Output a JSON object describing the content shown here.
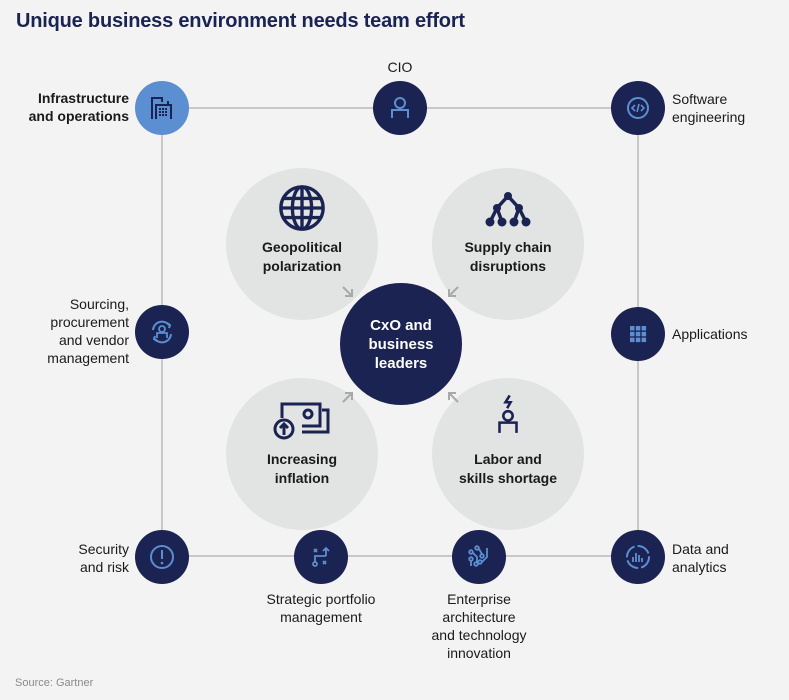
{
  "title": "Unique business environment needs team effort",
  "source": "Source: Gartner",
  "colors": {
    "navy": "#1a2352",
    "accent_blue": "#5b8fd1",
    "light_gray": "#e2e3e3",
    "background": "#f3f3f3"
  },
  "center": {
    "label": "CxO and business leaders",
    "lines": [
      "CxO and",
      "business",
      "leaders"
    ]
  },
  "challenges": [
    {
      "icon": "globe-icon",
      "lines": [
        "Geopolitical",
        "polarization"
      ]
    },
    {
      "icon": "network-tree-icon",
      "lines": [
        "Supply chain",
        "disruptions"
      ]
    },
    {
      "icon": "money-up-icon",
      "lines": [
        "Increasing",
        "inflation"
      ]
    },
    {
      "icon": "worker-bolt-icon",
      "lines": [
        "Labor and",
        "skills shortage"
      ]
    }
  ],
  "roles": [
    {
      "id": "infra",
      "icon": "buildings-icon",
      "lines": [
        "Infrastructure",
        "and operations"
      ],
      "highlighted": true
    },
    {
      "id": "cio",
      "icon": "person-icon",
      "lines": [
        "CIO"
      ]
    },
    {
      "id": "software",
      "icon": "code-icon",
      "lines": [
        "Software",
        "engineering"
      ]
    },
    {
      "id": "sourcing",
      "icon": "person-cycle-icon",
      "lines": [
        "Sourcing,",
        "procurement",
        "and vendor",
        "management"
      ]
    },
    {
      "id": "applications",
      "icon": "app-grid-icon",
      "lines": [
        "Applications"
      ]
    },
    {
      "id": "security",
      "icon": "alert-icon",
      "lines": [
        "Security",
        "and risk"
      ]
    },
    {
      "id": "strategic",
      "icon": "strategy-icon",
      "lines": [
        "Strategic portfolio",
        "management"
      ]
    },
    {
      "id": "enterprise",
      "icon": "circuit-icon",
      "lines": [
        "Enterprise",
        "architecture",
        "and technology",
        "innovation"
      ]
    },
    {
      "id": "data",
      "icon": "analytics-icon",
      "lines": [
        "Data and",
        "analytics"
      ]
    }
  ]
}
